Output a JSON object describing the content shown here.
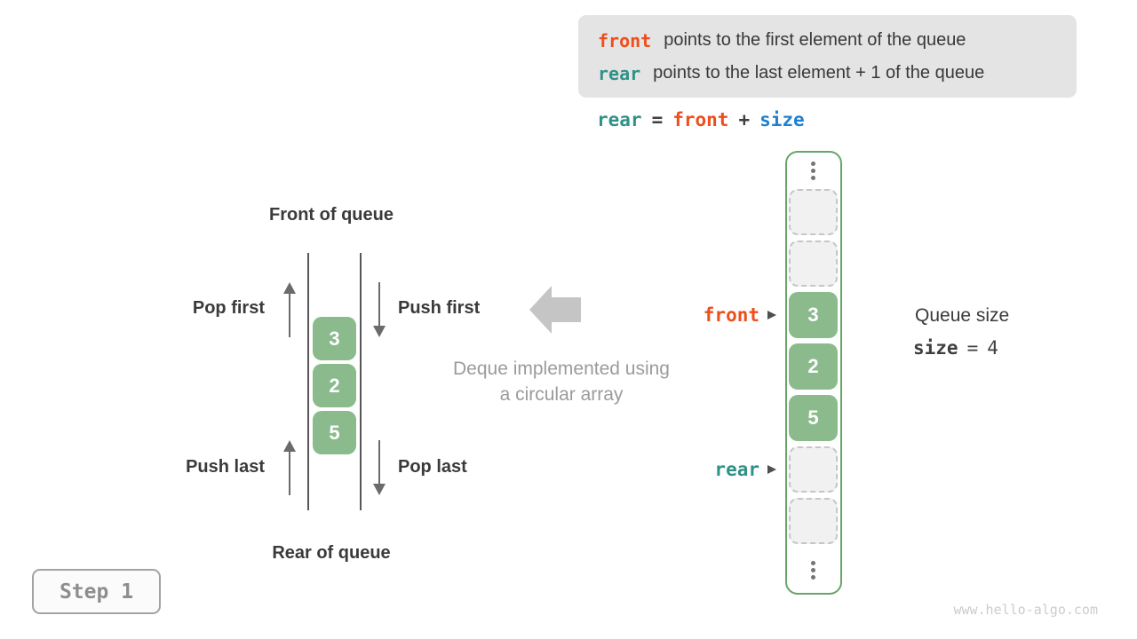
{
  "colors": {
    "orange": "#ee4e1c",
    "teal": "#2f9287",
    "blue": "#1f80d2",
    "dark": "#3f3f3f"
  },
  "icons": {
    "pop_first": "arrow-up",
    "push_first": "arrow-down",
    "push_last": "arrow-up",
    "pop_last": "arrow-down",
    "transform": "block-arrow-left",
    "pointer": "arrowhead-right",
    "ellipsis": "vertical-dots"
  },
  "info_box": {
    "lines": [
      {
        "keyword": "front",
        "color_key": "orange",
        "text": "points to the first element of the queue"
      },
      {
        "keyword": "rear",
        "color_key": "teal",
        "text": "points to the last element + 1 of the queue"
      }
    ]
  },
  "formula": {
    "tokens": [
      {
        "text": "rear",
        "color_key": "teal"
      },
      {
        "text": "=",
        "color_key": "dark"
      },
      {
        "text": "front",
        "color_key": "orange"
      },
      {
        "text": "+",
        "color_key": "dark"
      },
      {
        "text": "size",
        "color_key": "blue"
      }
    ]
  },
  "deque": {
    "front_of_queue": "Front of queue",
    "rear_of_queue": "Rear of queue",
    "pop_first": "Pop first",
    "push_first": "Push first",
    "push_last": "Push last",
    "pop_last": "Pop last",
    "values": [
      "3",
      "2",
      "5"
    ],
    "caption_line1": "Deque implemented using",
    "caption_line2": "a circular array"
  },
  "array": {
    "cells": [
      {
        "type": "ellipsis"
      },
      {
        "type": "empty"
      },
      {
        "type": "empty"
      },
      {
        "type": "filled",
        "value": "3"
      },
      {
        "type": "filled",
        "value": "2"
      },
      {
        "type": "filled",
        "value": "5"
      },
      {
        "type": "empty"
      },
      {
        "type": "empty"
      },
      {
        "type": "ellipsis"
      }
    ],
    "pointers": [
      {
        "label": "front",
        "color_key": "orange",
        "cell_index": 3
      },
      {
        "label": "rear",
        "color_key": "teal",
        "cell_index": 6
      }
    ]
  },
  "queue_size": {
    "title": "Queue size",
    "variable": "size",
    "equals": "=",
    "value": "4"
  },
  "step_badge": "Step 1",
  "watermark": "www.hello-algo.com"
}
